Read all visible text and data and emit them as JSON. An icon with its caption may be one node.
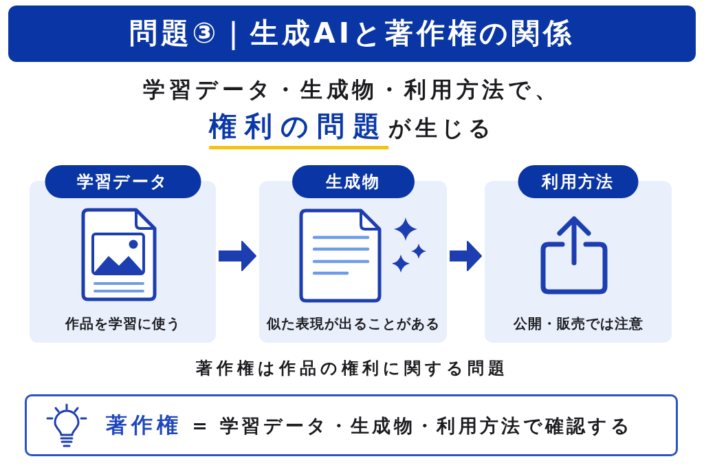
{
  "diagram": {
    "title": "問題③｜生成AIと著作権の関係",
    "nodes": [
      {
        "text": [
          "学習データ",
          "作品を学習に使う"
        ]
      },
      {
        "text": [
          "生成物",
          "似た表現が出ることがある"
        ]
      },
      {
        "text": [
          "利用方法",
          "公開・販売では注意"
        ]
      },
      {
        "text": [
          "**著作権** = 学習データ・生成物・利用方法で確認する"
        ]
      }
    ],
    "edges": [
      {
        "from": 0,
        "to": 1,
        "arrow": "to"
      },
      {
        "from": 1,
        "to": 2,
        "arrow": "to"
      }
    ],
    "labels": [
      "学習データ・生成物・利用方法で、**権利の問題**が生じる",
      "著作権は作品の権利に関する問題"
    ]
  }
}
